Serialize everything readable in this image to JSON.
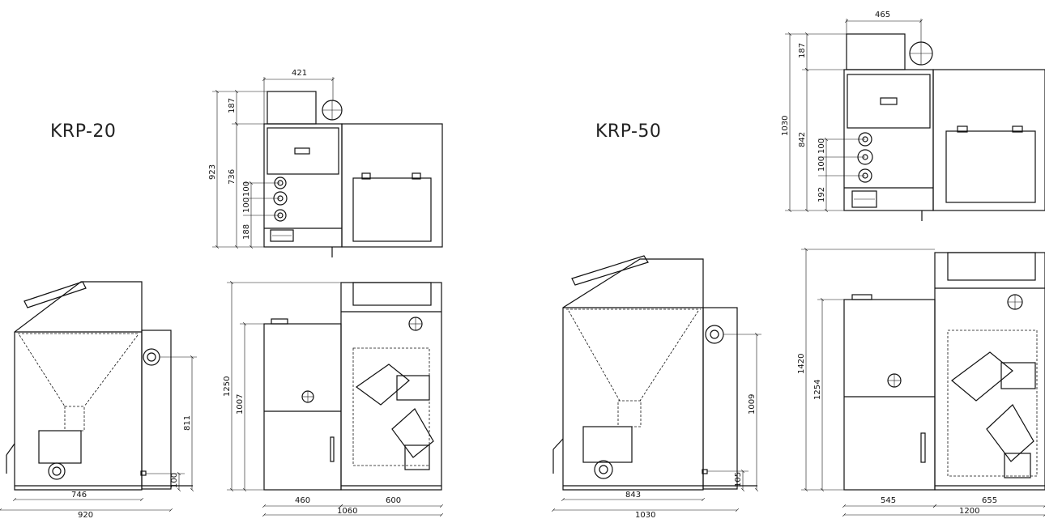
{
  "models": {
    "left": {
      "name": "KRP-20",
      "top_view": {
        "width": "421",
        "h_top": "187",
        "h_total": "923",
        "h_body": "736",
        "sp1": "100",
        "sp2": "100",
        "h_base": "188"
      },
      "side_view": {
        "h_outlet": "811",
        "h_low": "100",
        "depth_inner": "746",
        "depth_total": "920"
      },
      "front_view": {
        "h_total": "1250",
        "h_body": "1007",
        "w_boiler": "460",
        "w_hopper": "600",
        "w_total": "1060"
      }
    },
    "right": {
      "name": "KRP-50",
      "top_view": {
        "width": "465",
        "h_top": "187",
        "h_total": "1030",
        "h_body": "842",
        "sp1": "100",
        "sp2": "100",
        "h_base": "192"
      },
      "side_view": {
        "h_outlet": "1009",
        "h_low": "105",
        "depth_inner": "843",
        "depth_total": "1030"
      },
      "front_view": {
        "h_total": "1420",
        "h_body": "1254",
        "w_boiler": "545",
        "w_hopper": "655",
        "w_total": "1200"
      }
    }
  },
  "colors": {
    "line": "#111111",
    "background": "#ffffff"
  }
}
